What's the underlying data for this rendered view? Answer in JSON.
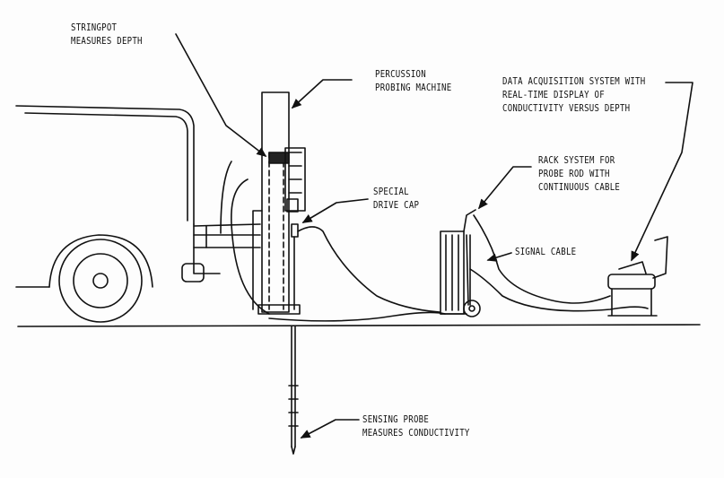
{
  "labels": {
    "stringpot": [
      "STRINGPOT",
      "MEASURES DEPTH"
    ],
    "percussion": [
      "PERCUSSION",
      "PROBING MACHINE"
    ],
    "data_acquisition": [
      "DATA ACQUISITION SYSTEM WITH",
      "REAL-TIME DISPLAY OF",
      "CONDUCTIVITY VERSUS DEPTH"
    ],
    "rack_system": [
      "RACK SYSTEM FOR",
      "PROBE ROD WITH",
      "CONTINUOUS CABLE"
    ],
    "drive_cap": [
      "SPECIAL",
      "DRIVE CAP"
    ],
    "signal_cable": [
      "SIGNAL CABLE"
    ],
    "sensing_probe": [
      "SENSING PROBE",
      "MEASURES CONDUCTIVITY"
    ]
  },
  "colors": {
    "ink": "#111111",
    "paper": "#fdfdfd"
  }
}
